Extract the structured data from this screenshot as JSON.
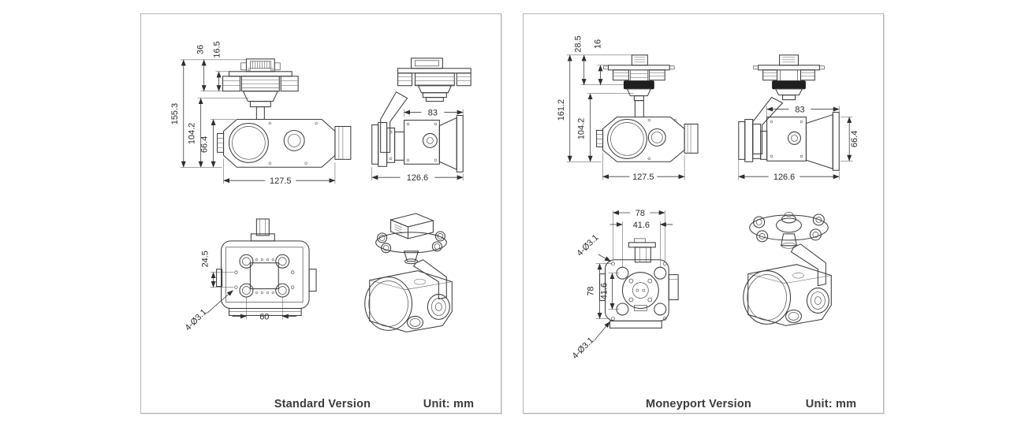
{
  "colors": {
    "background": "#ffffff",
    "panel_border": "#b2b5b8",
    "line_art": "#3c3c3c",
    "motor_band": "#1f1f1f"
  },
  "panels": [
    {
      "title": "Standard Version",
      "unit_label": "Unit: mm",
      "front_view": {
        "overall_height": "155.3",
        "gimbal_height": "104.2",
        "body_height": "66.4",
        "mount_height": "36",
        "connector_height": "16.5",
        "body_width": "127.5"
      },
      "side_view": {
        "upper_body_width": "83",
        "overall_depth": "126.6"
      },
      "top_view": {
        "hole_row_offset": "24.5",
        "mount_holes": "4-Ø3.1",
        "damper_spacing": "60"
      }
    },
    {
      "title": "Moneyport Version",
      "unit_label": "Unit: mm",
      "front_view": {
        "overall_height": "161.2",
        "gimbal_height": "104.2",
        "mount_height": "28.5",
        "connector_height": "16",
        "body_width": "127.5"
      },
      "side_view": {
        "upper_body_width": "83",
        "body_height": "66.4",
        "overall_depth": "126.6"
      },
      "top_view": {
        "plate_width": "78",
        "hole_spacing_h": "41.6",
        "plate_height": "78",
        "hole_spacing_v": "41.6",
        "mount_holes_top": "4-Ø3.1",
        "mount_holes_bottom": "4-Ø3.1"
      }
    }
  ]
}
